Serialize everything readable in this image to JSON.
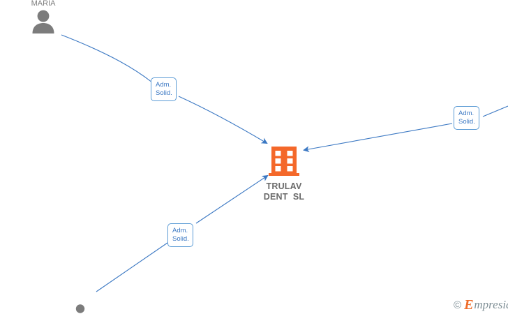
{
  "diagram": {
    "type": "organization-relationship-graph",
    "background_color": "#ffffff",
    "edge_color": "#3b78c3",
    "company_icon_color": "#f4682a",
    "person_icon_color": "#7c7c7c"
  },
  "center_node": {
    "name_line1": "TRULAV",
    "name_line2": "DENT  SL",
    "icon": "building-icon",
    "color": "#f4682a"
  },
  "person_nodes": [
    {
      "id": "person-top-left",
      "label": "MARIA",
      "icon": "person-icon"
    },
    {
      "id": "person-bottom-left",
      "label": "",
      "icon": "person-icon"
    }
  ],
  "edges": [
    {
      "id": "edge-top-left",
      "label_line1": "Adm.",
      "label_line2": "Solid.",
      "direction": "to-company"
    },
    {
      "id": "edge-right",
      "label_line1": "Adm.",
      "label_line2": "Solid.",
      "direction": "to-company"
    },
    {
      "id": "edge-bottom-left",
      "label_line1": "Adm.",
      "label_line2": "Solid.",
      "direction": "to-company"
    }
  ],
  "watermark": {
    "copyright": "©",
    "brand_initial": "E",
    "brand_rest": "mpresia"
  }
}
